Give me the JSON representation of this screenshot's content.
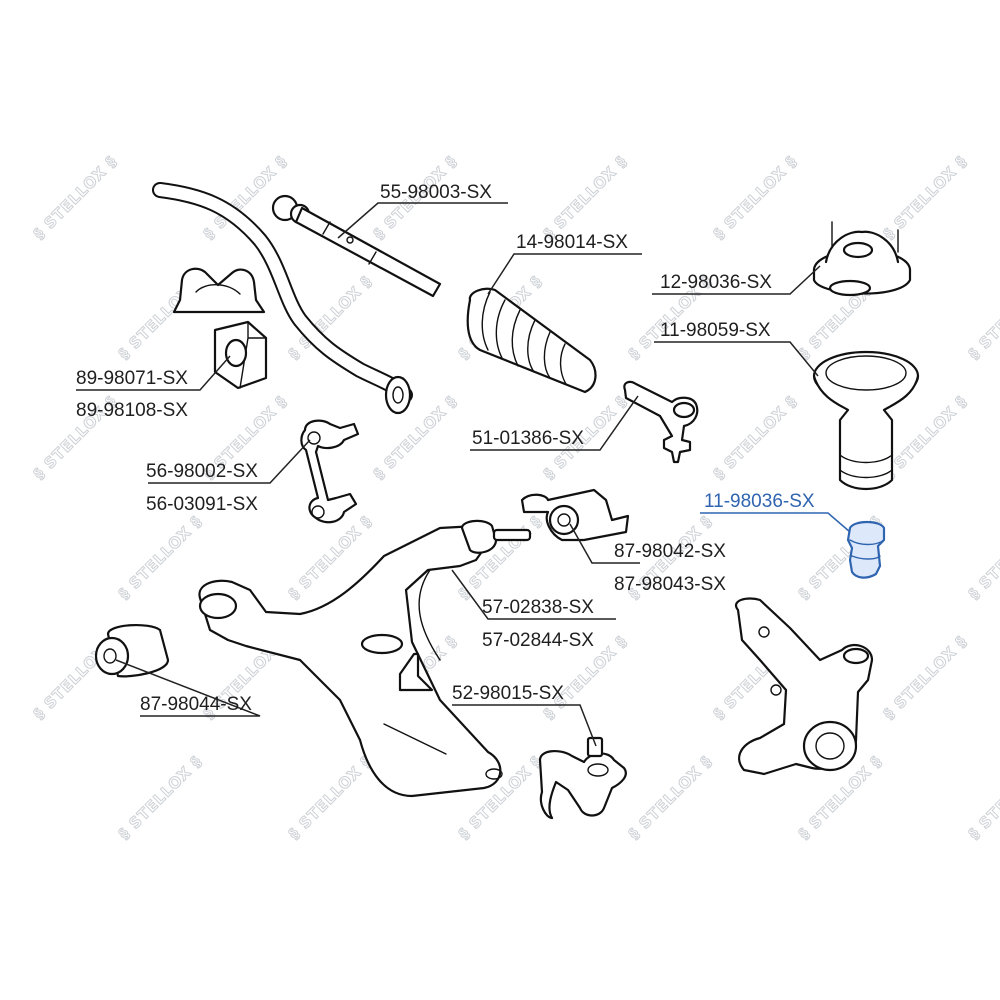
{
  "watermark": "STELLOX",
  "highlight_color": "#2f64b0",
  "labels": {
    "tie_rod": "55-98003-SX",
    "boot": "14-98014-SX",
    "strut_mount": "12-98036-SX",
    "dust_boot": "11-98059-SX",
    "bump_stop": "11-98036-SX",
    "tie_rod_end": "51-01386-SX",
    "stab_bush_1": "89-98071-SX",
    "stab_bush_2": "89-98108-SX",
    "stab_link_1": "56-98002-SX",
    "stab_link_2": "56-03091-SX",
    "arm_bush_1": "87-98042-SX",
    "arm_bush_2": "87-98043-SX",
    "arm_1": "57-02838-SX",
    "arm_2": "57-02844-SX",
    "rear_bush": "87-98044-SX",
    "ball_joint": "52-98015-SX"
  }
}
